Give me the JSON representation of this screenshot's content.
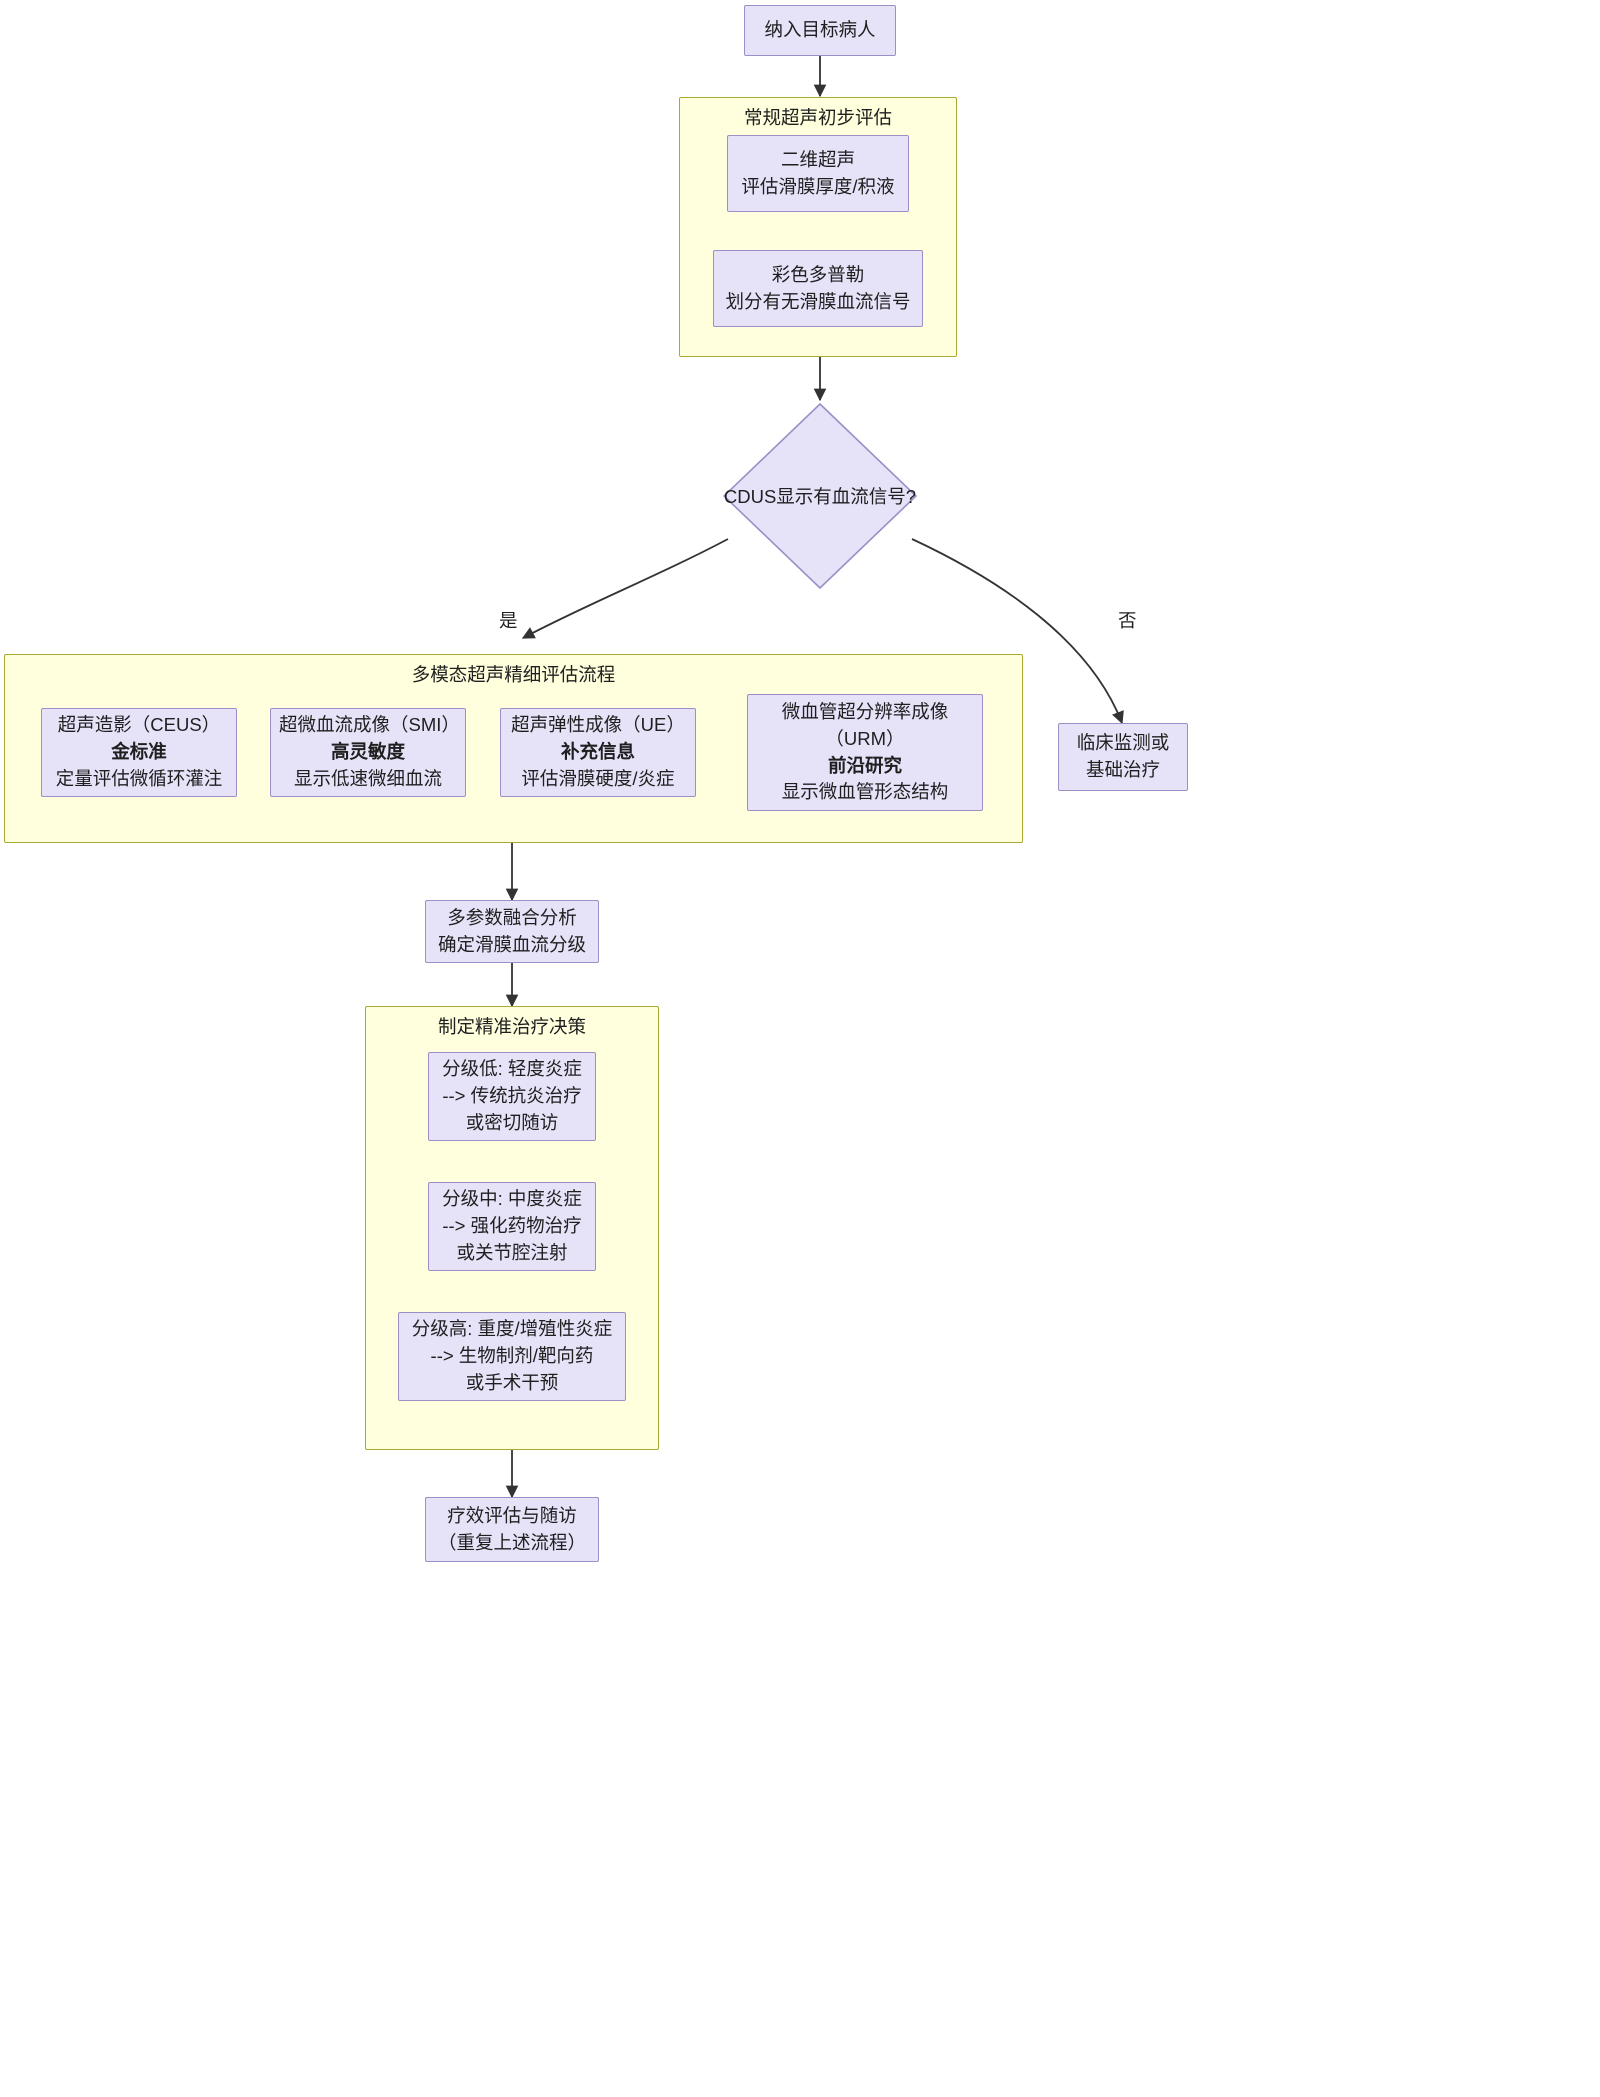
{
  "diagram": {
    "type": "flowchart",
    "direction": "top-to-bottom",
    "colors": {
      "cluster_fill": "#ffffde",
      "cluster_stroke": "#aaaa33",
      "node_fill": "#e6e2f8",
      "node_stroke": "#9d8fc6",
      "edge_stroke": "#333333",
      "text": "#1f1f1f",
      "background": "#ffffff"
    }
  },
  "nodes": {
    "start": {
      "label": "纳入目标病人"
    },
    "us2d": {
      "line1": "二维超声",
      "line2": "评估滑膜厚度/积液"
    },
    "cdus": {
      "line1": "彩色多普勒",
      "line2": "划分有无滑膜血流信号"
    },
    "decision": {
      "label": "CDUS显示有血流信号?"
    },
    "ceus": {
      "line1": "超声造影（CEUS）",
      "line2": "金标准",
      "line3": "定量评估微循环灌注"
    },
    "smi": {
      "line1": "超微血流成像（SMI）",
      "line2": "高灵敏度",
      "line3": "显示低速微细血流"
    },
    "ue": {
      "line1": "超声弹性成像（UE）",
      "line2": "补充信息",
      "line3": "评估滑膜硬度/炎症"
    },
    "urm": {
      "line1": "微血管超分辨率成像",
      "line2": "（URM）",
      "line3": "前沿研究",
      "line4": "显示微血管形态结构"
    },
    "clinical": {
      "line1": "临床监测或",
      "line2": "基础治疗"
    },
    "fusion": {
      "line1": "多参数融合分析",
      "line2": "确定滑膜血流分级"
    },
    "grade_low": {
      "line1": "分级低: 轻度炎症",
      "line2": "--> 传统抗炎治疗",
      "line3": "或密切随访"
    },
    "grade_mid": {
      "line1": "分级中: 中度炎症",
      "line2": "--> 强化药物治疗",
      "line3": "或关节腔注射"
    },
    "grade_high": {
      "line1": "分级高: 重度/增殖性炎症",
      "line2": "--> 生物制剂/靶向药",
      "line3": "或手术干预"
    },
    "followup": {
      "line1": "疗效评估与随访",
      "line2": "（重复上述流程）"
    }
  },
  "clusters": {
    "routine": {
      "title": "常规超声初步评估"
    },
    "multimodal": {
      "title": "多模态超声精细评估流程"
    },
    "treatment": {
      "title": "制定精准治疗决策"
    }
  },
  "edge_labels": {
    "yes": "是",
    "no": "否"
  }
}
